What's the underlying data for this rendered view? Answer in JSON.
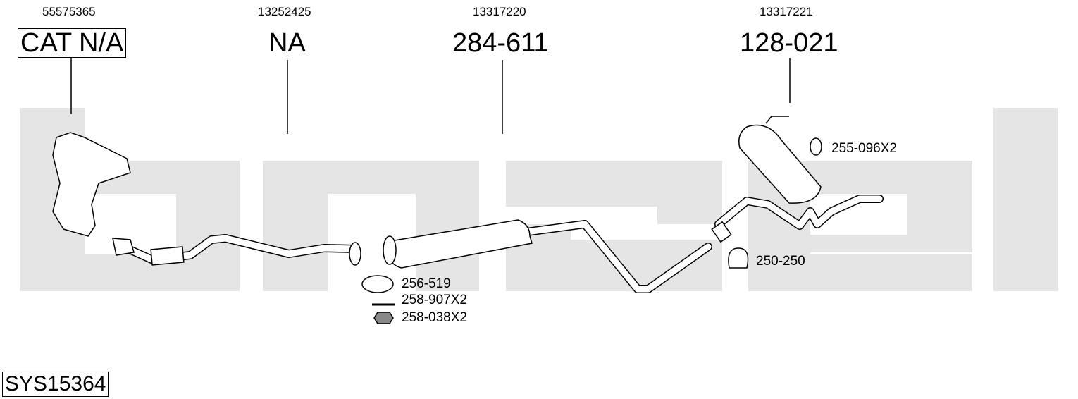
{
  "parts": [
    {
      "oe": "55575365",
      "ref": "CAT N/A"
    },
    {
      "oe": "13252425",
      "ref": "NA"
    },
    {
      "oe": "13317220",
      "ref": "284-611"
    },
    {
      "oe": "13317221",
      "ref": "128-021"
    }
  ],
  "accessories": [
    "256-519",
    "258-907X2",
    "258-038X2",
    "255-096X2",
    "250-250"
  ],
  "system_code": "SYS15364",
  "colors": {
    "logo": "#e5e5e5",
    "line": "#000000"
  }
}
